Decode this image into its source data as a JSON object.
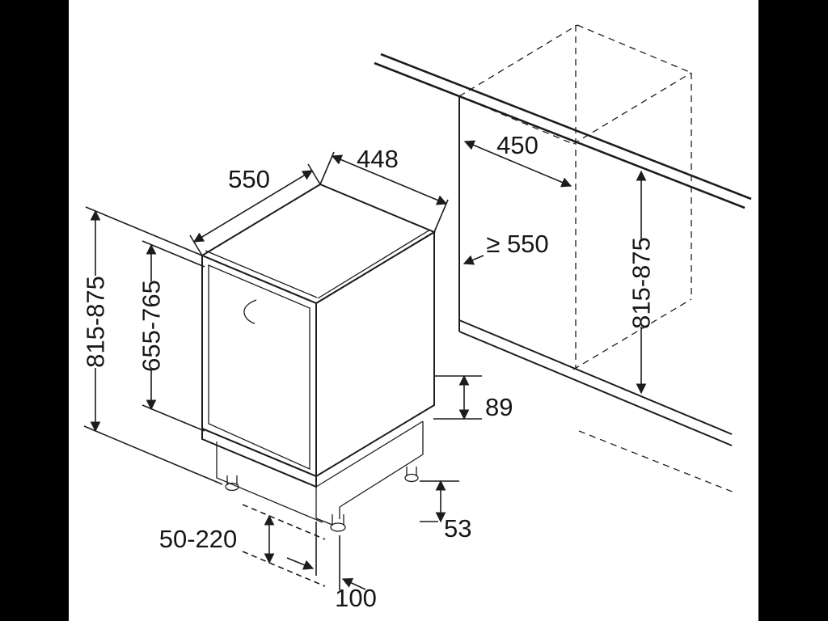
{
  "colors": {
    "page_background": "#000000",
    "canvas": "#ffffff",
    "line": "#1c1c1c"
  },
  "diagram": {
    "labels": {
      "top_depth": "550",
      "top_width": "448",
      "niche_width": "450",
      "niche_depth": "≥ 550",
      "overall_height_left": "815-875",
      "door_height": "655-765",
      "overall_height_right": "815-875",
      "base_upper": "89",
      "base_lower": "53",
      "feet_range": "50-220",
      "plinth_depth": "100"
    }
  }
}
